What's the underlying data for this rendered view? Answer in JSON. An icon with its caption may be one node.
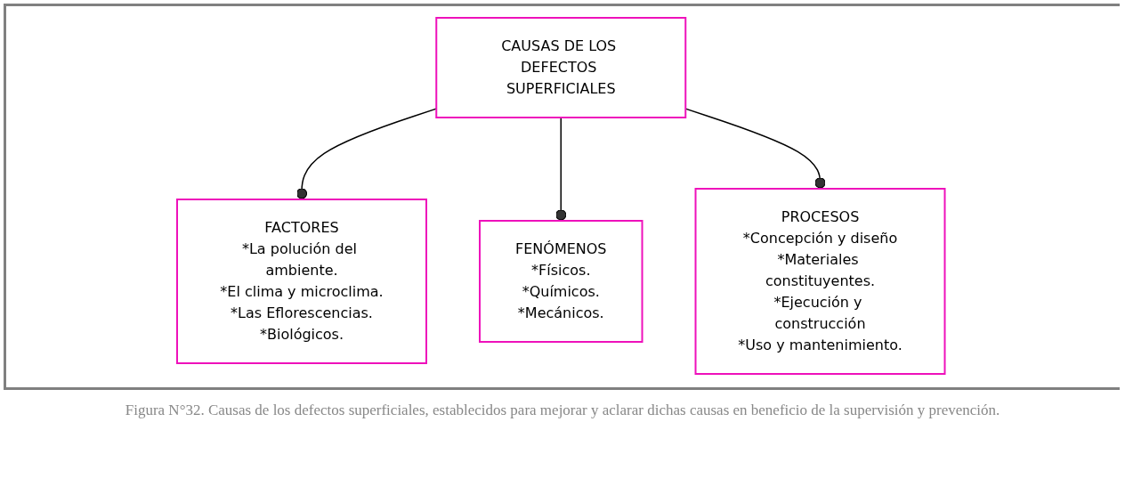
{
  "diagram": {
    "caption": "Figura N°32. Causas de los defectos superficiales, establecidos para mejorar y aclarar dichas causas en beneficio de la supervisión y  prevención.",
    "nodes": [
      {
        "text": [
          "CAUSAS DE LOS DEFECTOS SUPERFICIALES"
        ]
      },
      {
        "text": [
          "FACTORES",
          "*La polución del ambiente.",
          "*El clima y microclima.",
          "*Las Eflorescencias.",
          "*Biológicos."
        ]
      },
      {
        "text": [
          "FENÓMENOS",
          "*Físicos.",
          "*Químicos.",
          "*Mecánicos."
        ]
      },
      {
        "text": [
          "PROCESOS",
          "*Concepción y diseño",
          "*Materiales constituyentes.",
          "*Ejecución y construcción",
          "*Uso y mantenimiento."
        ]
      }
    ],
    "edges": [
      {
        "from": 0,
        "to": 1,
        "arrow": "other"
      },
      {
        "from": 0,
        "to": 2,
        "arrow": "other"
      },
      {
        "from": 0,
        "to": 3,
        "arrow": "other"
      }
    ]
  }
}
